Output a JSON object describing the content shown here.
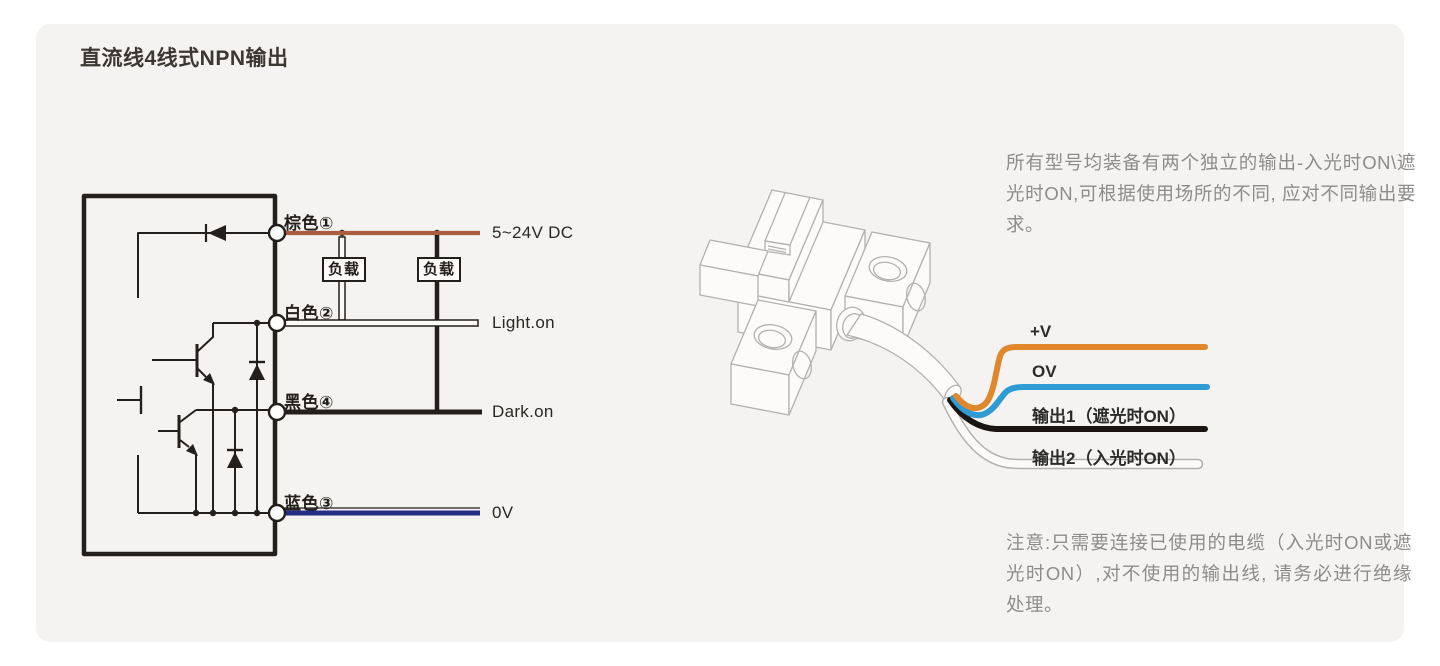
{
  "page": {
    "title": "直流线4线式NPN输出"
  },
  "circuit": {
    "terminals": [
      {
        "label": "棕色①",
        "wire_label": "5~24V DC",
        "wire_color": "#ab5d3f"
      },
      {
        "label": "白色②",
        "wire_label": "Light.on",
        "wire_color": "#fbfaf9"
      },
      {
        "label": "黑色④",
        "wire_label": "Dark.on",
        "wire_color": "#1f1b18"
      },
      {
        "label": "蓝色③",
        "wire_label": "0V",
        "wire_color": "#262d87"
      }
    ],
    "load_labels": [
      "负载",
      "负载"
    ]
  },
  "sensor": {
    "description": "所有型号均装备有两个独立的输出-入光时ON\\遮光时ON,可根据使用场所的不同, 应对不同输出要求。",
    "wires": [
      {
        "label": "+V",
        "color": "#e0862b"
      },
      {
        "label": "OV",
        "color": "#2e9bd5"
      },
      {
        "label": "输出1（遮光时ON）",
        "color": "#1a1512"
      },
      {
        "label": "输出2（入光时ON）",
        "color": "#fbfaf9"
      }
    ],
    "note": "注意:只需要连接已使用的电缆（入光时ON或遮光时ON）,对不使用的输出线, 请务必进行绝缘处理。"
  }
}
